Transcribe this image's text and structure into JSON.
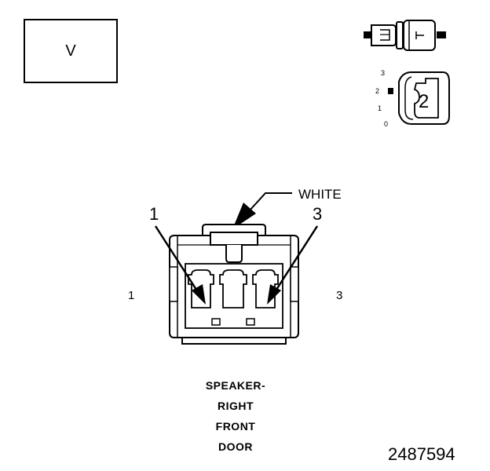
{
  "version_box": {
    "text": "V"
  },
  "connector": {
    "color_label": "WHITE",
    "pin_callout_left": "1",
    "pin_callout_right": "3",
    "side_label_left": "1",
    "side_label_right": "3"
  },
  "key_icon": {
    "position_labels": [
      "3",
      "2",
      "1",
      "0"
    ],
    "position_number": "2"
  },
  "caption": {
    "lines": [
      "SPEAKER-",
      "RIGHT",
      "FRONT",
      "DOOR"
    ]
  },
  "figure_id": "2487594"
}
